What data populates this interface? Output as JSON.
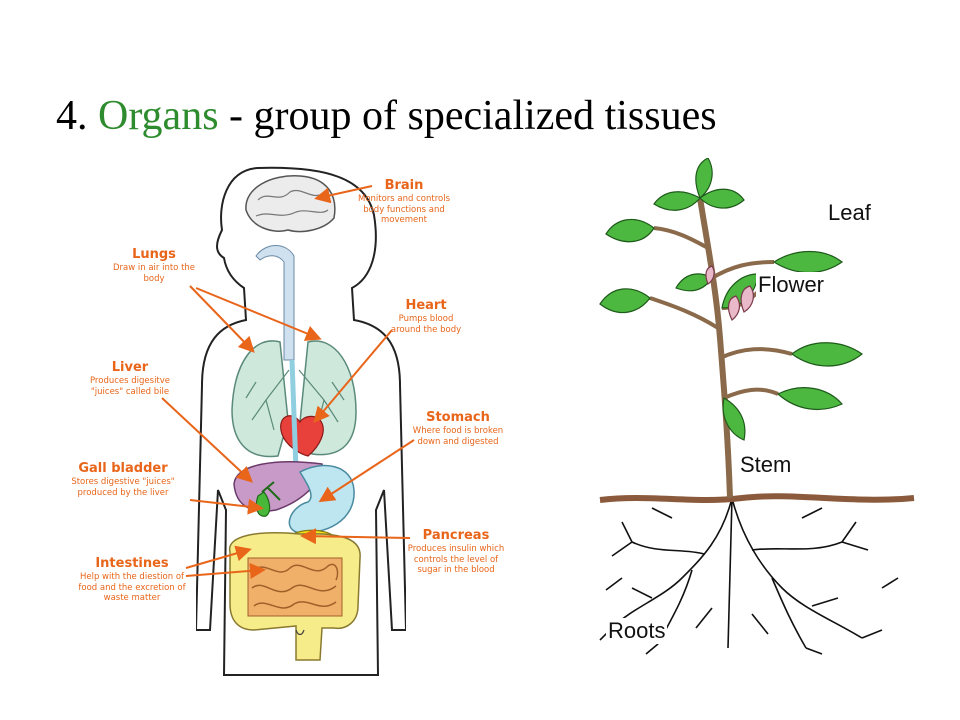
{
  "title": {
    "prefix": "4.",
    "keyword": "Organs",
    "rest": "- group of specialized tissues"
  },
  "colors": {
    "keyword": "#2e8b2e",
    "label": "#e8651a",
    "lungs": "#cfe8dc",
    "heart": "#e8413c",
    "liver": "#c79ac8",
    "stomach": "#bde6f0",
    "gall_bladder": "#48b83a",
    "pancreas": "#f3e21a",
    "intestines": "#f7ec8a",
    "leaf": "#4cb840",
    "stem": "#8a6a4a",
    "soil": "#8b5a3c"
  },
  "human_labels": [
    {
      "id": "brain",
      "name": "Brain",
      "desc": "Monitors and controls body functions and movement"
    },
    {
      "id": "lungs",
      "name": "Lungs",
      "desc": "Draw in air into the body"
    },
    {
      "id": "heart",
      "name": "Heart",
      "desc": "Pumps blood around the body"
    },
    {
      "id": "liver",
      "name": "Liver",
      "desc": "Produces digesitve \"juices\" called bile"
    },
    {
      "id": "stomach",
      "name": "Stomach",
      "desc": "Where food is broken down and digested"
    },
    {
      "id": "gall-bladder",
      "name": "Gall bladder",
      "desc": "Stores digestive \"juices\" produced by the liver"
    },
    {
      "id": "pancreas",
      "name": "Pancreas",
      "desc": "Produces insulin which controls the level of sugar in the blood"
    },
    {
      "id": "intestines",
      "name": "Intestines",
      "desc": "Help with the diestion of food and the excretion of waste matter"
    }
  ],
  "plant_labels": {
    "leaf": "Leaf",
    "flower": "Flower",
    "stem": "Stem",
    "roots": "Roots"
  }
}
